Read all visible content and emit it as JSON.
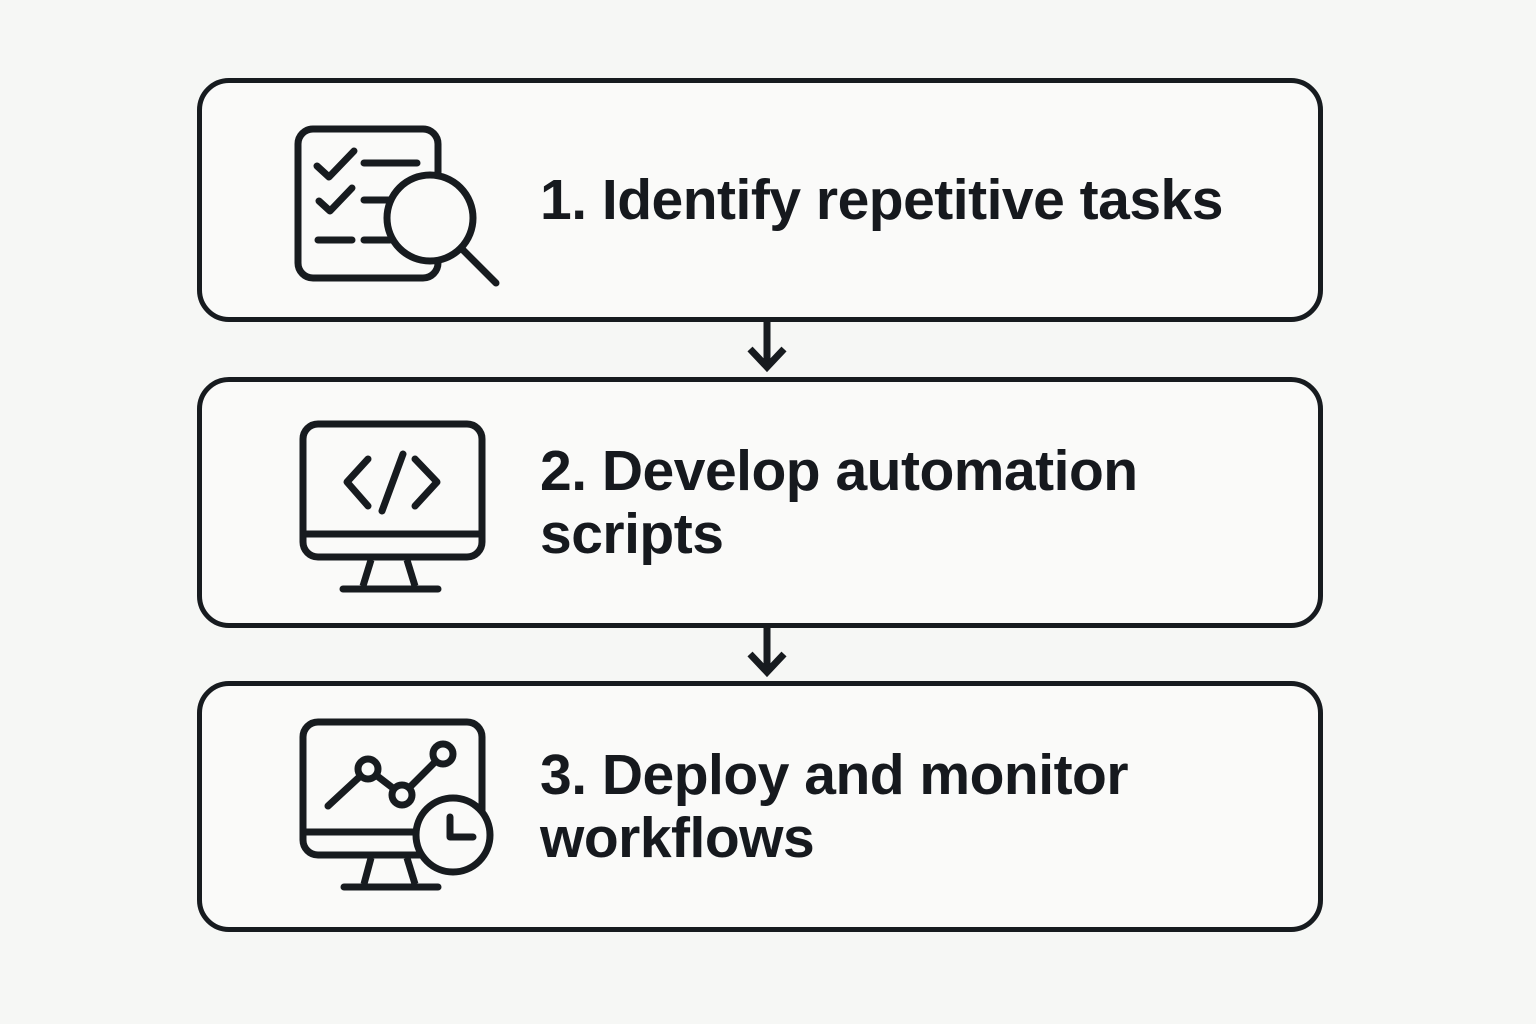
{
  "flowchart": {
    "steps": [
      {
        "number": "1",
        "icon": "checklist-magnifier-icon",
        "label": "1. Identify repetitive tasks",
        "lines": [
          "1. Identify repetitive tasks"
        ]
      },
      {
        "number": "2",
        "icon": "code-monitor-icon",
        "label": "2. Develop automation scripts",
        "lines": [
          "2. Develop automation",
          "scripts"
        ]
      },
      {
        "number": "3",
        "icon": "monitor-chart-clock-icon",
        "label": "3. Deploy and monitor workflows",
        "lines": [
          "3. Deploy and monitor",
          "workflows"
        ]
      }
    ],
    "connectors": [
      {
        "from": "1",
        "to": "2",
        "type": "arrow-down"
      },
      {
        "from": "2",
        "to": "3",
        "type": "arrow-down"
      }
    ],
    "colors": {
      "background": "#f6f7f5",
      "box_fill": "#fafaf9",
      "line_stroke": "#171b1f",
      "text": "#16191e"
    }
  }
}
